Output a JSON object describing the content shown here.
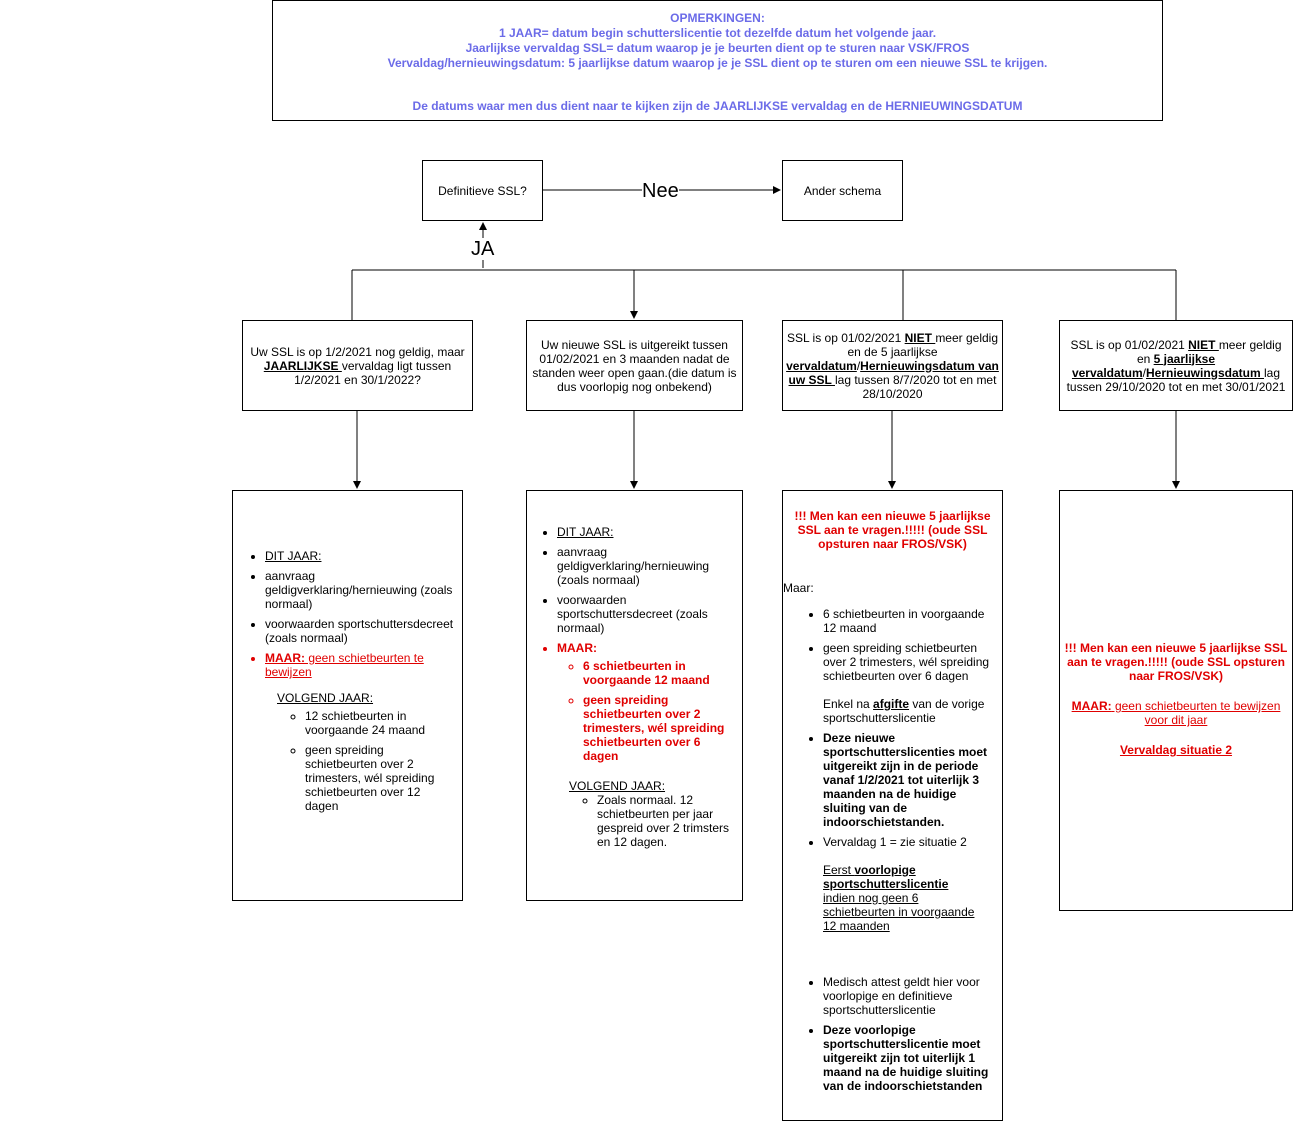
{
  "notes": {
    "title": "OPMERKINGEN:",
    "line1": "1 JAAR= datum begin schutterslicentie tot dezelfde datum het volgende jaar.",
    "line2": "Jaarlijkse vervaldag SSL= datum waarop je je beurten dient op te sturen naar VSK/FROS",
    "line3": "Vervaldag/hernieuwingsdatum: 5 jaarlijkse datum waarop je je SSL dient op te sturen om een nieuwe SSL te krijgen.",
    "line4": "De datums waar men dus dient naar te kijken zijn de JAARLIJKSE vervaldag en de HERNIEUWINGSDATUM"
  },
  "top": {
    "question": "Definitieve SSL?",
    "no_label": "Nee",
    "other": "Ander schema",
    "yes_label": "JA"
  },
  "cond1": {
    "a": "Uw SSL is op 1/2/2021 nog geldig, maar ",
    "b": "JAARLIJKSE ",
    "c": "vervaldag ligt tussen 1/2/2021 en 30/1/2022?"
  },
  "cond2": {
    "text": "Uw nieuwe SSL is uitgereikt tussen 01/02/2021 en 3 maanden nadat de standen weer open gaan.(die datum is dus voorlopig nog onbekend)"
  },
  "cond3": {
    "a": "SSL is op 01/02/2021 ",
    "b": "NIET ",
    "c": "meer geldig en de 5 jaarlijkse ",
    "d": "vervaldatum",
    "e": "/",
    "f": "Hernieuwingsdatum van uw SSL ",
    "g": "lag tussen 8/7/2020 tot en met 28/10/2020"
  },
  "cond4": {
    "a": "SSL is op 01/02/2021 ",
    "b": "NIET ",
    "c": "meer geldig en ",
    "d": "5 jaarlijkse vervaldatum",
    "e": "/",
    "f": "Hernieuwingsdatum ",
    "g": "lag tussen 29/10/2020 tot en met 30/01/2021"
  },
  "res1": {
    "dit_jaar": "DIT JAAR:",
    "i1": "aanvraag geldigverklaring/hernieuwing (zoals normaal)",
    "i2": "voorwaarden sportschuttersdecreet (zoals normaal)",
    "maar": "MAAR:",
    "maar_rest": " geen schietbeurten te bewijzen",
    "volgend": "VOLGEND JAAR:",
    "s1": "12 schietbeurten in voorgaande 24 maand",
    "s2": "geen spreiding schietbeurten over 2 trimesters, wél spreiding schietbeurten over 12 dagen"
  },
  "res2": {
    "dit_jaar": "DIT JAAR:",
    "i1": "aanvraag geldigverklaring/hernieuwing (zoals normaal)",
    "i2": "voorwaarden sportschuttersdecreet (zoals normaal)",
    "maar": "MAAR:",
    "s1": "6 schietbeurten in voorgaande 12 maand",
    "s2": "geen spreiding schietbeurten over 2 trimesters, wél spreiding schietbeurten over 6 dagen",
    "volgend": "VOLGEND JAAR:",
    "s3": "Zoals normaal. 12 schietbeurten per jaar gespreid over 2 trimsters en 12 dagen."
  },
  "res3": {
    "head": "!!! Men kan een nieuwe 5 jaarlijkse SSL aan te vragen.!!!!! (oude SSL opsturen naar FROS/VSK)",
    "maar": "Maar:",
    "i1": "6 schietbeurten in voorgaande 12 maand",
    "i2": "geen spreiding schietbeurten over 2 trimesters, wél spreiding schietbeurten over 6 dagen",
    "enkel_a": "Enkel na ",
    "enkel_b": "afgifte",
    "enkel_c": " van de vorige sportschutterslicentie",
    "i3": "Deze nieuwe sportschutterslicenties moet uitgereikt zijn in de periode vanaf 1/2/2021 tot uiterlijk 3 maanden na de huidige sluiting van de indoorschietstanden.",
    "i4": "Vervaldag 1 = zie situatie 2",
    "eerst_a": "Eerst ",
    "eerst_b": "voorlopige sportschutterslicentie",
    "eerst_c": " indien nog geen 6 schietbeurten in voorgaande 12 maanden",
    "i5": "Medisch attest geldt hier voor voorlopige en definitieve sportschutterslicentie",
    "i6": "Deze voorlopige sportschutterslicentie moet uitgereikt zijn tot uiterlijk 1 maand na de huidige sluiting van de indoorschietstanden"
  },
  "res4": {
    "head": "!!! Men kan een nieuwe 5 jaarlijkse SSL aan te vragen.!!!!! (oude SSL opsturen naar FROS/VSK)",
    "maar": "MAAR:",
    "maar_rest": " geen schietbeurten te bewijzen voor dit jaar",
    "verval": "Vervaldag situatie 2"
  },
  "colors": {
    "note": "#6b6be8",
    "red": "#e00000",
    "line": "#000000"
  }
}
